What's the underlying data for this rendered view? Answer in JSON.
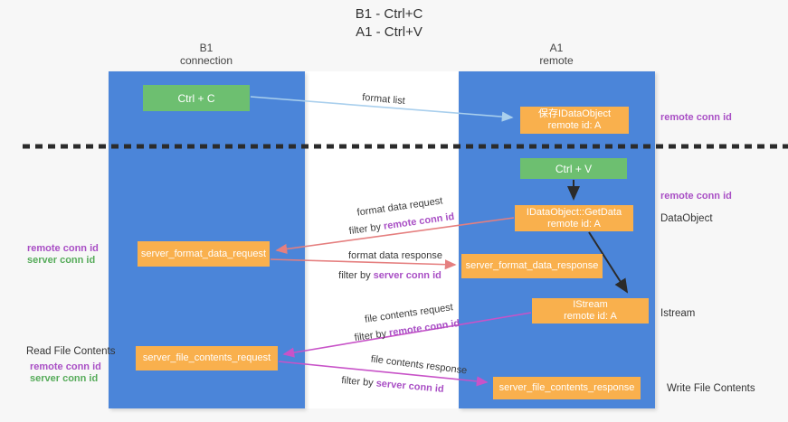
{
  "title": {
    "line1": "B1 - Ctrl+C",
    "line2": "A1 - Ctrl+V"
  },
  "columns": {
    "left": {
      "name": "B1",
      "subtitle": "connection"
    },
    "right": {
      "name": "A1",
      "subtitle": "remote"
    }
  },
  "boxes": {
    "ctrl_c": {
      "label": "Ctrl + C"
    },
    "ctrl_v": {
      "label": "Ctrl + V"
    },
    "save_idataobject": {
      "line1": "保存IDataObject",
      "line2": "remote id: A"
    },
    "getdata": {
      "line1": "IDataObject::GetData",
      "line2": "remote id: A"
    },
    "istream": {
      "line1": "IStream",
      "line2": "remote id: A"
    },
    "server_format_data_request": {
      "label": "server_format_data_request"
    },
    "server_format_data_response": {
      "label": "server_format_data_response"
    },
    "server_file_contents_request": {
      "label": "server_file_contents_request"
    },
    "server_file_contents_response": {
      "label": "server_file_contents_response"
    }
  },
  "flow_labels": {
    "format_list": "format list",
    "format_data_request": "format data request",
    "format_data_response": "format data response",
    "file_contents_request": "file contents request",
    "file_contents_response": "file contents response",
    "filter_by": "filter by ",
    "remote_conn_id": "remote conn id",
    "server_conn_id": "server conn id"
  },
  "side_labels": {
    "remote_conn_id": "remote conn id",
    "server_conn_id": "server conn id",
    "data_object": "DataObject",
    "istream": "Istream",
    "read_file_contents": "Read File Contents",
    "write_file_contents": "Write File Contents"
  },
  "colors": {
    "lifeline_blue": "#4b85d9",
    "box_green": "#6dbf70",
    "box_orange": "#f9b04d",
    "arrow_salmon": "#e57f7f",
    "arrow_magenta": "#c853c8",
    "arrow_lightblue": "#a9cfed",
    "arrow_black": "#2b2b2b",
    "label_purple": "#a94fc5",
    "label_green": "#56ab5a"
  }
}
